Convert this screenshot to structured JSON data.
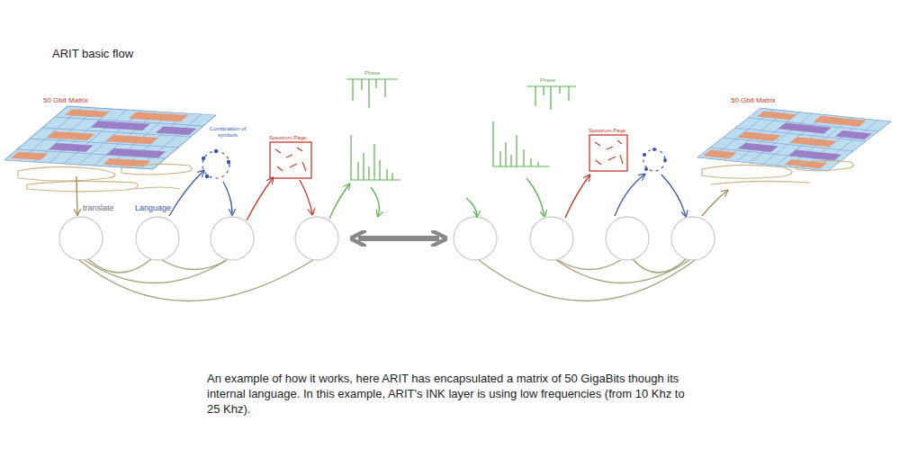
{
  "diagram": {
    "title": "ARIT basic flow",
    "caption": "An example of how it works, here ARIT has encapsulated a matrix of 50 GigaBits though its internal language. In this example, ARIT's INK layer is using low frequencies (from 10 Khz to 25 Khz).",
    "nodes": [
      {
        "text": [
          "50 Gbit Matrix"
        ]
      },
      {
        "text": [
          "Spectrum Page"
        ]
      },
      {
        "text": [
          "Spectrum Page"
        ]
      },
      {
        "text": [
          "50 Gbit Matrix"
        ]
      }
    ],
    "labels": [
      "translate",
      "Language",
      "Combination of symbols",
      "Phase",
      "Phase"
    ]
  }
}
